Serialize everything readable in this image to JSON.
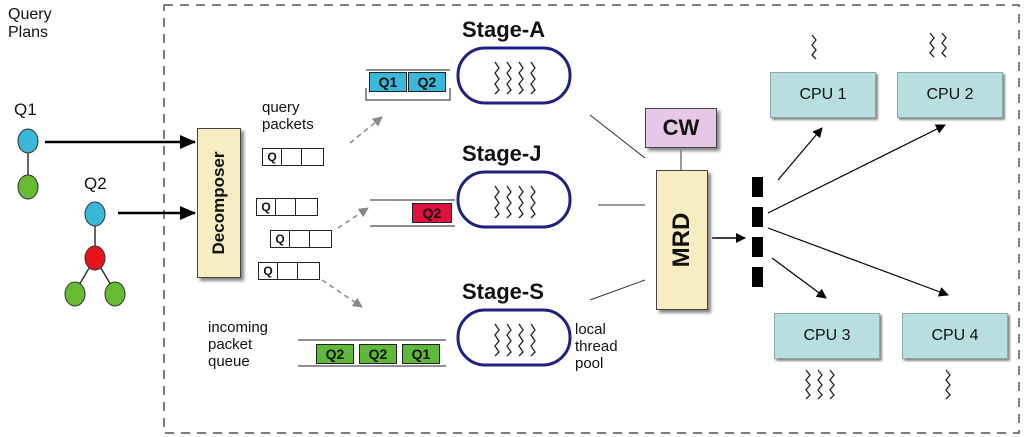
{
  "labels": {
    "query_plans": "Query\nPlans",
    "q1": "Q1",
    "q2": "Q2",
    "decomposer": "Decomposer",
    "query_packets": "query\npackets",
    "incoming_packet_queue": "incoming\npacket\nqueue",
    "local_thread_pool": "local\nthread\npool",
    "mrd": "MRD",
    "cw": "CW",
    "packet_q": "Q"
  },
  "stages": [
    {
      "name": "Stage-A",
      "queue": [
        "Q1",
        "Q2"
      ]
    },
    {
      "name": "Stage-J",
      "queue": [
        "Q2"
      ]
    },
    {
      "name": "Stage-S",
      "queue": [
        "Q2",
        "Q2",
        "Q1"
      ]
    }
  ],
  "cpus": [
    "CPU 1",
    "CPU 2",
    "CPU 3",
    "CPU 4"
  ],
  "colors": {
    "blue_node": "#3ab7d9",
    "green_node": "#66bb33",
    "red_node": "#e8141c",
    "queue_blue": "#3ab7d9",
    "queue_red": "#e0103e",
    "queue_green": "#5fb83a",
    "stage_outline": "#202080",
    "cpu_fill": "#b9dee0",
    "decomposer_fill": "#f6eec2",
    "cw_fill": "#e6c7e6"
  }
}
